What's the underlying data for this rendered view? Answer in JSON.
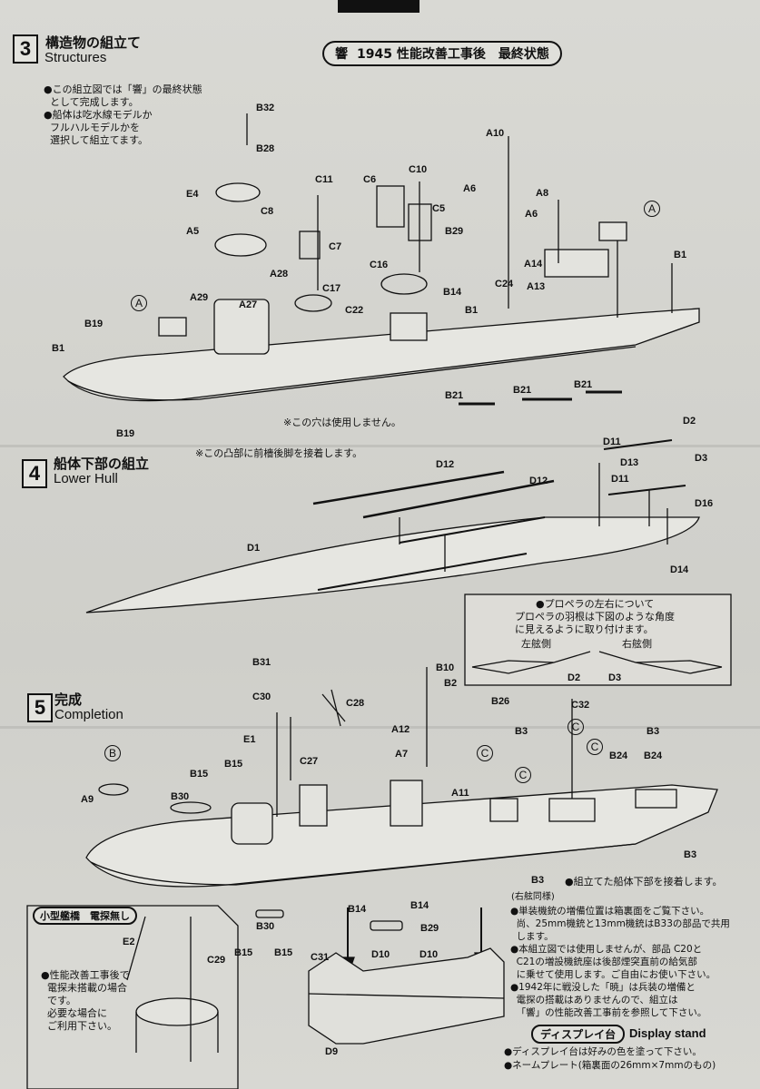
{
  "step3": {
    "number": "3",
    "title_jp": "構造物の組立て",
    "title_en": "Structures",
    "notes": [
      "●この組立図では「響」の最終状態\n  として完成します。",
      "●船体は吃水線モデルか\n  フルハルモデルかを\n  選択して組立てます。"
    ],
    "banner_logo": "響",
    "banner": "1945 性能改善工事後　最終状態",
    "note_hole": "※この穴は使用しません。",
    "note_boss": "※この凸部に前檣後脚を接着します。",
    "labels": [
      "B32",
      "B28",
      "E4",
      "A5",
      "C11",
      "C10",
      "C6",
      "C8",
      "C5",
      "C7",
      "A10",
      "A6",
      "A6",
      "A8",
      "B29",
      "A28",
      "A29",
      "A27",
      "C17",
      "C16",
      "C22",
      "B14",
      "C24",
      "A14",
      "A13",
      "B1",
      "B1",
      "B19",
      "B1",
      "B21",
      "B21",
      "B21",
      "B19"
    ],
    "circles": [
      "A",
      "A"
    ]
  },
  "step4": {
    "number": "4",
    "title_jp": "船体下部の組立",
    "title_en": "Lower Hull",
    "labels": [
      "D2",
      "D11",
      "D3",
      "D13",
      "D11",
      "D12",
      "D12",
      "D16",
      "D1",
      "D14"
    ],
    "propeller_box": {
      "heading": "●プロペラの左右について",
      "text": "プロペラの羽根は下図のような角度\nに見えるように取り付けます。",
      "left": "左舷側",
      "right": "右舷側",
      "left_part": "D2",
      "right_part": "D3"
    }
  },
  "step5": {
    "number": "5",
    "title_jp": "完成",
    "title_en": "Completion",
    "labels": [
      "B31",
      "B10",
      "B2",
      "C30",
      "C28",
      "B26",
      "C32",
      "B3",
      "B3",
      "E1",
      "A12",
      "C27",
      "B15",
      "A7",
      "B24",
      "B24",
      "B15",
      "A11",
      "A9",
      "B30",
      "B3",
      "B3",
      "B14",
      "B14",
      "B29",
      "B30",
      "B15",
      "B15",
      "C31",
      "D10",
      "D10",
      "D9"
    ],
    "circles": [
      "B",
      "C",
      "C",
      "C",
      "C"
    ],
    "starboard_same": "(右舷同様)",
    "note_attach": "●組立てた船体下部を接着します。",
    "notes": "●単装機銃の増備位置は箱裏面をご覧下さい。\n  尚、25mm機銃と13mm機銃はB33の部品で共用\n  します。\n●本組立図では使用しませんが、部品 C20と\n  C21の増設機銃座は後部煙突直前の給気部\n  に乗せて使用します。ご自由にお使い下さい。\n●1942年に戦没した「暁」は兵装の増備と\n  電探の搭載はありませんので、組立は\n  「響」の性能改善工事前を参照して下さい。",
    "stand_jp": "ディスプレイ台",
    "stand_en": "Display stand",
    "stand_notes": "●ディスプレイ台は好みの色を塗って下さい。\n●ネームプレート(箱裏面の26mm×7mmのもの)",
    "inset": {
      "title": "小型艦橋　電探無し",
      "text": "●性能改善工事後で\n  電探未搭載の場合\n  です。\n  必要な場合に\n  ご利用下さい。",
      "labels": [
        "E2",
        "C29"
      ]
    }
  }
}
